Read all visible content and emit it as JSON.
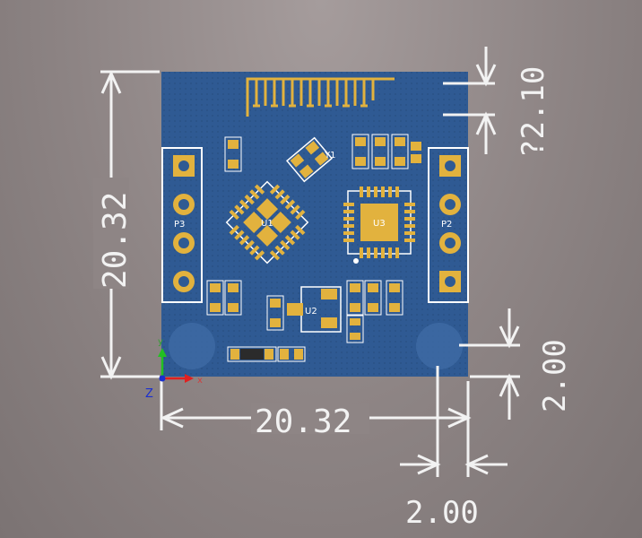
{
  "dimensions": {
    "top_right": "?2.10",
    "left": "20.32",
    "bottom": "20.32",
    "right_small": "2.00",
    "bottom_small": "2.00"
  },
  "components": {
    "p3": "P3",
    "p2": "P2",
    "u1": "U1",
    "u2": "U2",
    "u3": "U3",
    "y1": "Y1"
  },
  "axes": {
    "z": "Z"
  },
  "colors": {
    "board": "#2f5a93",
    "copper": "#e2b23e",
    "silk": "#ffffff",
    "dim_line": "#f2f2f2"
  },
  "icons": {
    "axis_triad": "xyz-axis-triad-icon"
  }
}
